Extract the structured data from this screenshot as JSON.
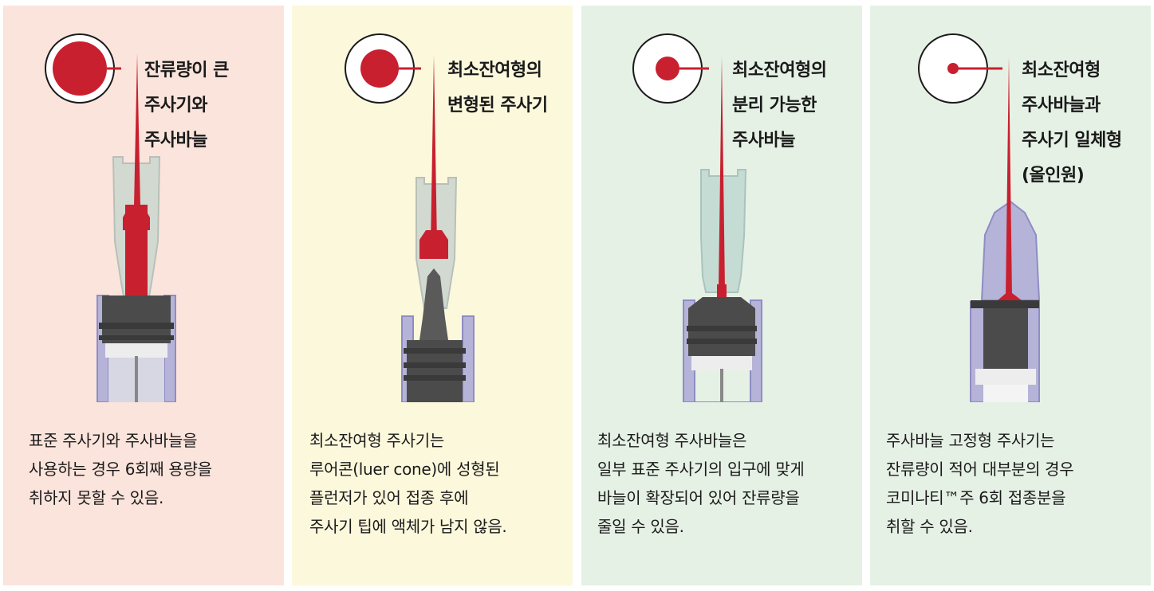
{
  "colors": {
    "panel1_bg": "#fbe4dc",
    "panel2_bg": "#fcf8dc",
    "panel3_bg": "#e6f1e6",
    "panel4_bg": "#e6f1e6",
    "needle_red": "#c8202f",
    "hub_gray": "#4b4b4b",
    "barrel_lavender": "#b5b3d8"
  },
  "panels": [
    {
      "label_lines": [
        "잔류량이 큰",
        "주사기와",
        "주사바늘"
      ],
      "desc_lines": [
        "표준 주사기와 주사바늘을",
        "사용하는 경우 6회째 용량을",
        "취하지 못할 수 있음."
      ]
    },
    {
      "label_lines": [
        "최소잔여형의",
        "변형된 주사기"
      ],
      "desc_lines": [
        "최소잔여형 주사기는",
        "루어콘(luer cone)에 성형된",
        "플런저가 있어 접종 후에",
        "주사기 팁에 액체가 남지 않음."
      ]
    },
    {
      "label_lines": [
        "최소잔여형의",
        "분리 가능한",
        "주사바늘"
      ],
      "desc_lines": [
        "최소잔여형 주사바늘은",
        "일부 표준 주사기의 입구에 맞게",
        "바늘이 확장되어 있어 잔류량을",
        "줄일 수 있음."
      ]
    },
    {
      "label_lines": [
        "최소잔여형",
        "주사바늘과",
        "주사기 일체형",
        "(올인원)"
      ],
      "desc_lines": [
        "주사바늘 고정형 주사기는",
        "잔류량이 적어 대부분의 경우",
        "코미나티™주 6회 접종분을",
        "취할 수 있음."
      ]
    }
  ]
}
